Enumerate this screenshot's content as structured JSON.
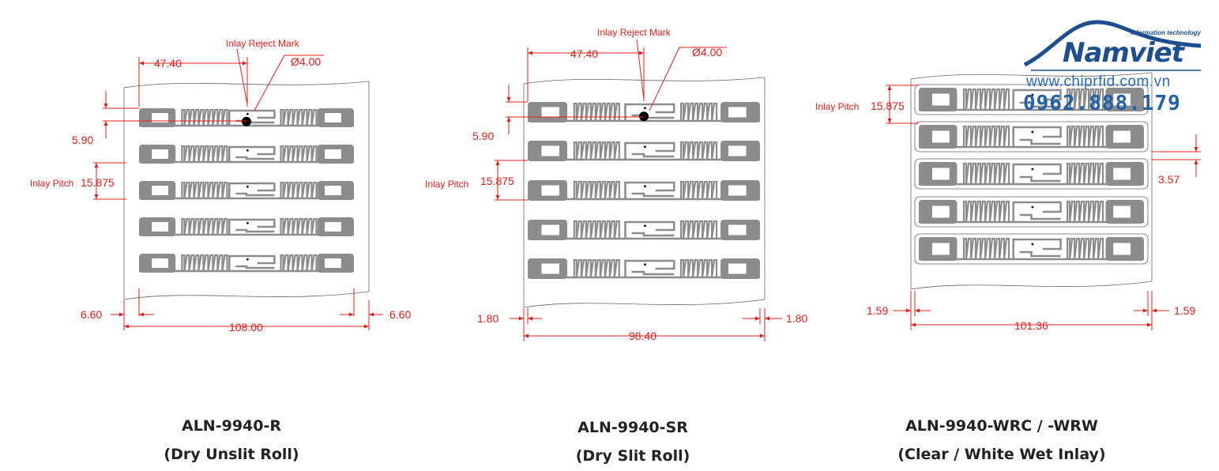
{
  "panels": [
    {
      "reject_mark": "Inlay Reject Mark",
      "offset_x": "47.40",
      "hole": "Ø4.00",
      "offset_y": "5.90",
      "pitch_label": "Inlay Pitch",
      "pitch": "15.875",
      "margin_left": "6.60",
      "margin_right": "6.60",
      "width": "108.00",
      "title": "ALN-9940-R",
      "subtitle": "(Dry Unslit Roll)"
    },
    {
      "reject_mark": "Inlay Reject Mark",
      "offset_x": "47.40",
      "hole": "Ø4.00",
      "offset_y": "5.90",
      "pitch_label": "Inlay Pitch",
      "pitch": "15.875",
      "margin_left": "1.80",
      "margin_right": "1.80",
      "width": "98.40",
      "title": "ALN-9940-SR",
      "subtitle": "(Dry Slit Roll)"
    },
    {
      "pitch_label": "Inlay Pitch",
      "pitch": "15.875",
      "gap": "3.57",
      "margin_left": "1.59",
      "margin_right": "1.59",
      "width": "101.36",
      "title": "ALN-9940-WRC / -WRW",
      "subtitle": "(Clear / White Wet Inlay)"
    }
  ],
  "logo": {
    "tagline": "information technology",
    "brand": "Namviet",
    "url": "www.chiprfid.com.vn",
    "phone": "0962.888.179"
  },
  "colors": {
    "dimension": "#e3211c",
    "inlay": "#8c8c8c",
    "brand": "#1d4e8f"
  }
}
